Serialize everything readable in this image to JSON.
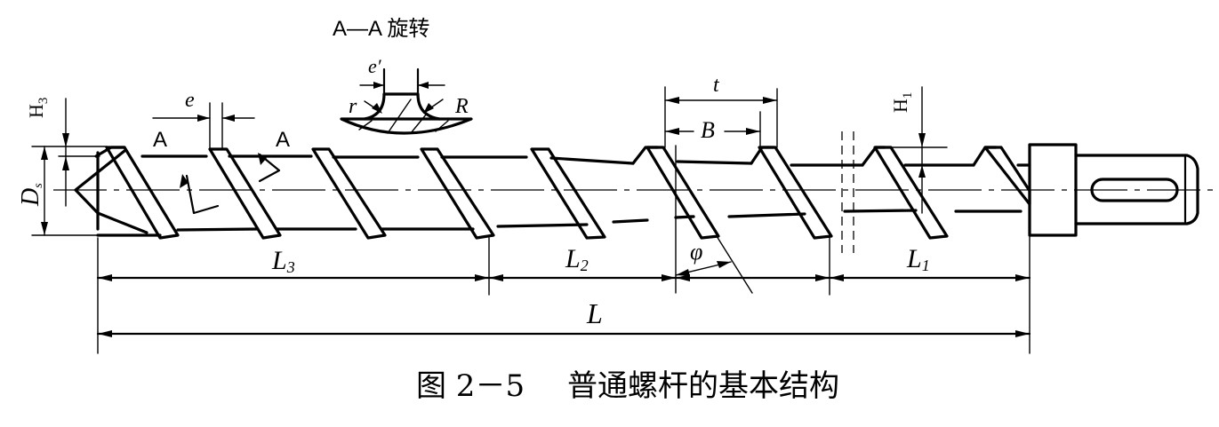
{
  "figure": {
    "caption_number": "图 2－5",
    "caption_title": "普通螺杆的基本结构",
    "section_title": "A—A 旋转"
  },
  "labels": {
    "section_mark_left": "A",
    "section_mark_right": "A",
    "flight_width": "e",
    "flight_width_normal": "e′",
    "root_radius_small": "r",
    "root_radius_large": "R",
    "pitch": "t",
    "channel_width": "B",
    "feed_depth": "H",
    "feed_depth_sub": "3",
    "metering_depth": "H",
    "metering_depth_sub": "1",
    "diameter": "D",
    "diameter_sub": "s",
    "helix_angle": "φ",
    "feed_length": "L",
    "feed_length_sub": "3",
    "compression_length": "L",
    "compression_length_sub": "2",
    "metering_length": "L",
    "metering_length_sub": "1",
    "total_length": "L"
  },
  "colors": {
    "ink": "#000000",
    "paper": "#ffffff"
  }
}
